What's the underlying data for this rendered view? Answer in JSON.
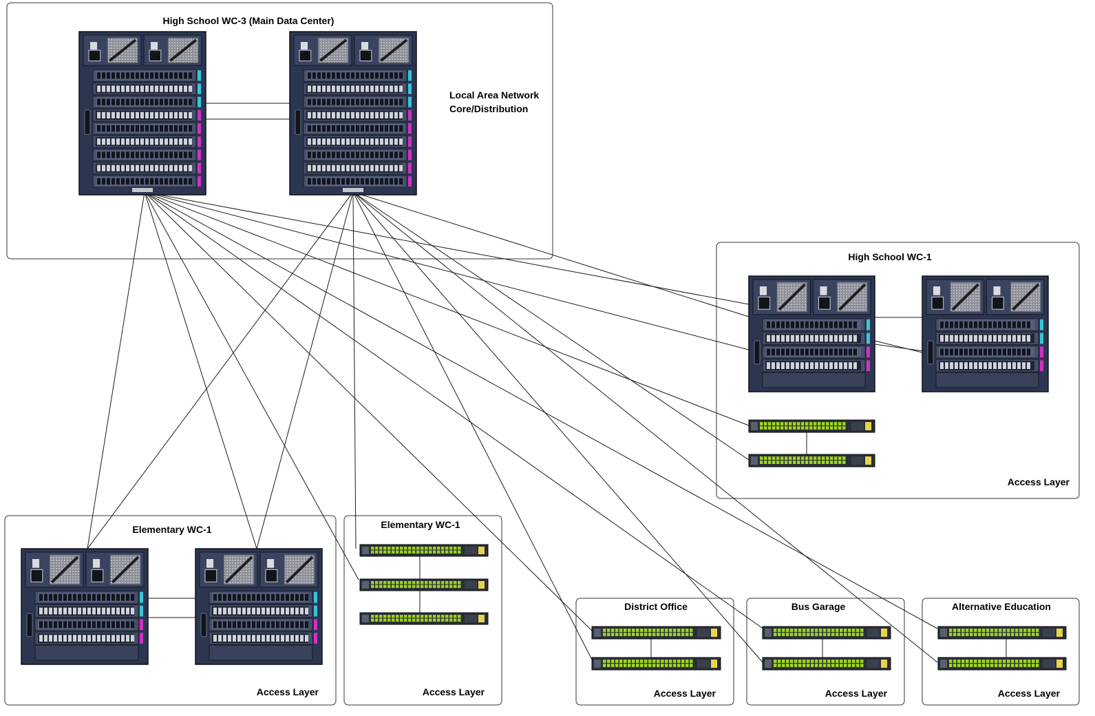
{
  "colors": {
    "chassis_body": "#2c3650",
    "chassis_dark": "#1c2233",
    "fan_grey": "#9a9ca3",
    "port_green": "#9bd21f",
    "port_dark": "#252a36",
    "accent_cyan": "#35c6d8",
    "accent_magenta": "#d12fc6",
    "frame_line": "#333333"
  },
  "sites": {
    "hs3": {
      "title": "High School WC-3 (Main Data Center)",
      "note": "Local Area Network Core/Distribution"
    },
    "hs1": {
      "title": "High School WC-1",
      "layer": "Access Layer"
    },
    "el1a": {
      "title": "Elementary WC-1",
      "layer": "Access Layer"
    },
    "el1b": {
      "title": "Elementary WC-1",
      "layer": "Access Layer"
    },
    "do": {
      "title": "District Office",
      "layer": "Access Layer"
    },
    "bg": {
      "title": "Bus Garage",
      "layer": "Access Layer"
    },
    "ae": {
      "title": "Alternative Education",
      "layer": "Access Layer"
    }
  },
  "devices": {
    "core_chassis": "core-chassis",
    "access_chassis": "access-chassis",
    "stack_switch": "stackable-switch"
  }
}
